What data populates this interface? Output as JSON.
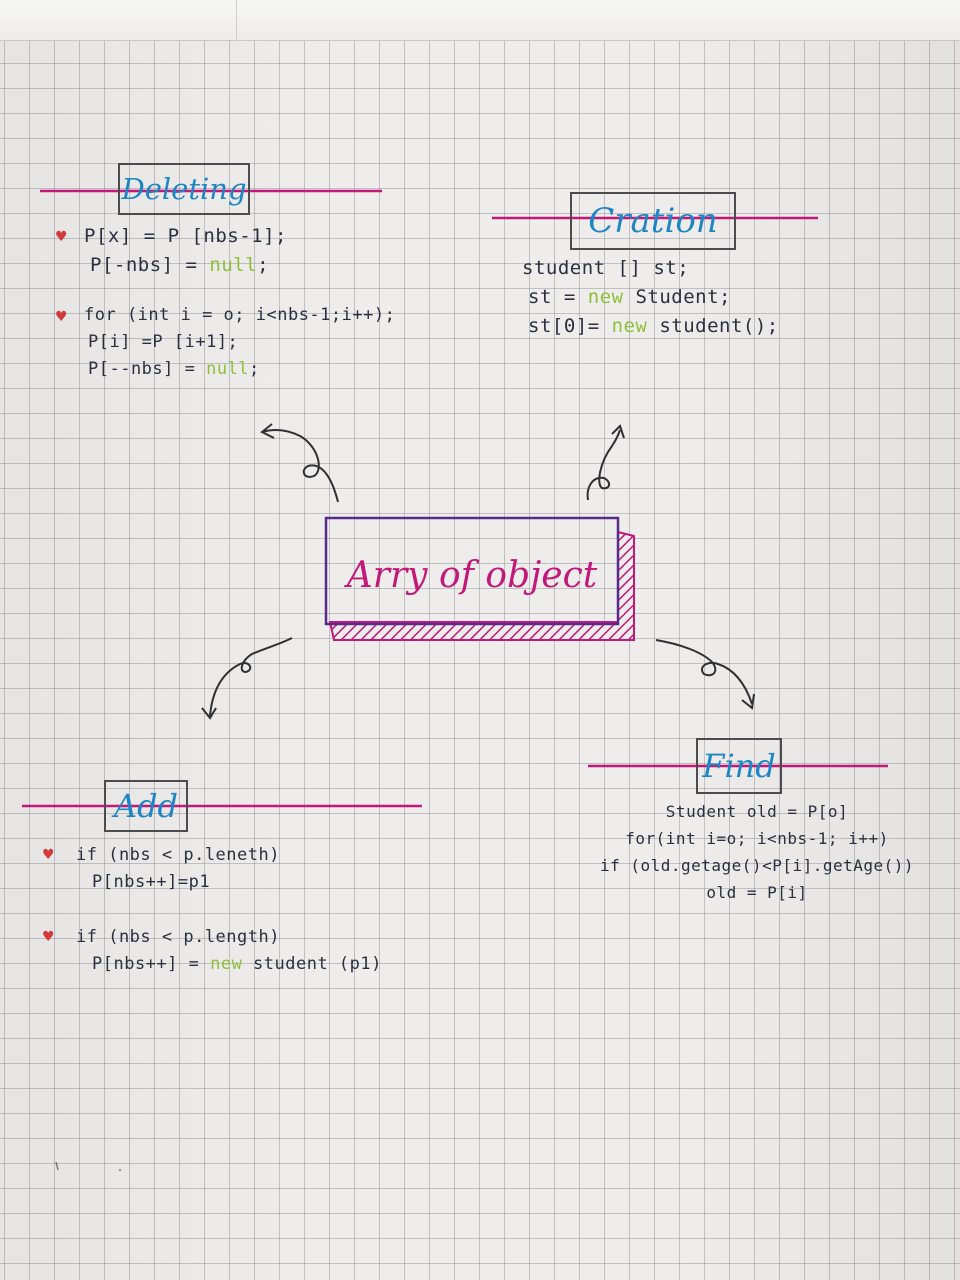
{
  "center": {
    "title": "Arry of object"
  },
  "deleting": {
    "title": "Deleting",
    "block1": [
      "P[x] = P [nbs-1];",
      "P[-nbs] = null;"
    ],
    "block2": [
      "for (int i = o; i<nbs-1;i++);",
      "P[i] =P [i+1];",
      "P[--nbs] = null;"
    ]
  },
  "creation": {
    "title": "Cration",
    "lines": [
      "student [] st;",
      "st = new Student;",
      "st[0]= new student();"
    ]
  },
  "add": {
    "title": "Add",
    "block1": [
      "if (nbs < p.leneth)",
      "P[nbs++]=p1"
    ],
    "block2": [
      "if (nbs < p.length)",
      "P[nbs++] = new student (p1)"
    ]
  },
  "find": {
    "title": "Find",
    "lines": [
      "Student old = P[o]",
      "for(int i=o; i<nbs-1; i++)",
      "if (old.getage()<P[i].getAge())",
      "old = P[i]"
    ]
  },
  "colors": {
    "ink": "#2b2f3f",
    "title_blue": "#1e86c4",
    "keyword_green": "#8fbf3a",
    "magenta": "#c2187a",
    "purple": "#5a2a8a",
    "heart_red": "#d23b3b"
  }
}
